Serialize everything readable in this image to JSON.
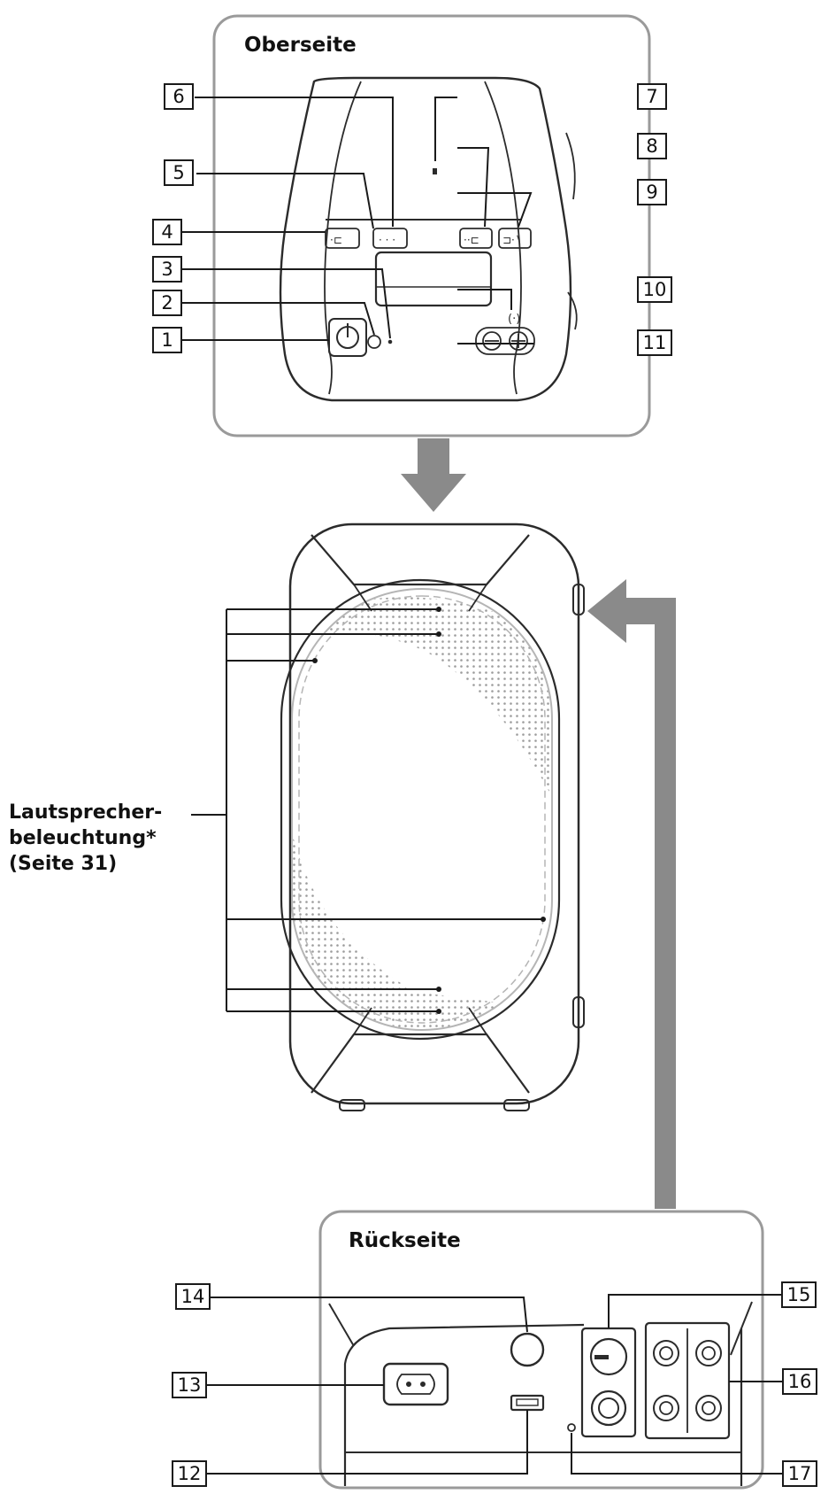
{
  "views": {
    "top": {
      "title": "Oberseite"
    },
    "rear": {
      "title": "Rückseite"
    }
  },
  "speaker_light_label": {
    "line1": "Lautsprecher-",
    "line2": "beleuchtung*",
    "line3": "(Seite 31)"
  },
  "callouts": [
    "1",
    "2",
    "3",
    "4",
    "5",
    "6",
    "7",
    "8",
    "9",
    "10",
    "11",
    "12",
    "13",
    "14",
    "15",
    "16",
    "17"
  ],
  "colors": {
    "line": "#2b2b2b",
    "arrow": "#8a8a8a",
    "frame": "#9a9a9a",
    "grille": "#b5b5b5"
  }
}
